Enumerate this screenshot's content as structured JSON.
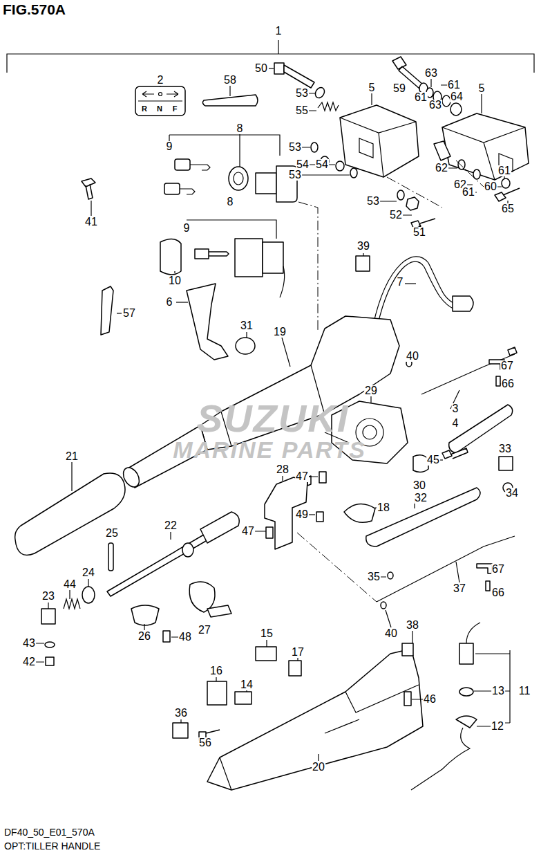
{
  "diagram": {
    "title": "FIG.570A",
    "caption": "OPT:TILLER HANDLE",
    "labels": [
      "1",
      "2",
      "R",
      "N",
      "F",
      "58",
      "50",
      "53",
      "55",
      "5",
      "59",
      "63",
      "61",
      "64",
      "61",
      "63",
      "5",
      "53",
      "54",
      "54",
      "53",
      "53",
      "52",
      "51",
      "62",
      "62",
      "61",
      "61",
      "60",
      "65",
      "8",
      "9",
      "8",
      "9",
      "41",
      "10",
      "6",
      "57",
      "31",
      "19",
      "39",
      "7",
      "40",
      "67",
      "66",
      "3",
      "29",
      "4",
      "33",
      "45",
      "30",
      "34",
      "21",
      "28",
      "47",
      "18",
      "49",
      "32",
      "47",
      "22",
      "25",
      "24",
      "44",
      "23",
      "35",
      "67",
      "37",
      "66",
      "26",
      "48",
      "27",
      "40",
      "38",
      "43",
      "42",
      "15",
      "17",
      "16",
      "14",
      "13",
      "11",
      "46",
      "12",
      "36",
      "56",
      "20",
      "SUZUKI",
      "MARINE PARTS",
      "DF40_50_E01_570A"
    ]
  }
}
